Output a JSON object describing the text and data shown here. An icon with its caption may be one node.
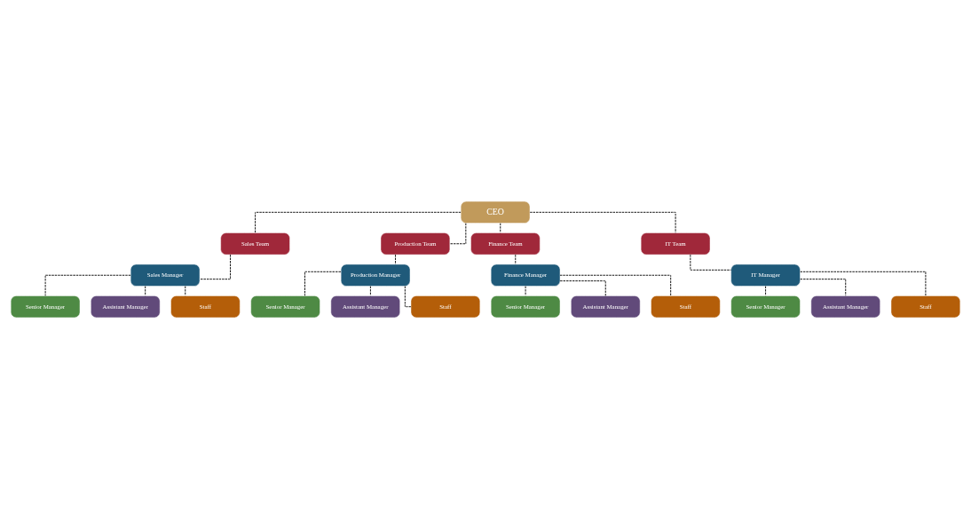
{
  "diagram": {
    "nodes": [
      {
        "text": [
          "CEO"
        ]
      },
      {
        "text": [
          "Sales Team"
        ]
      },
      {
        "text": [
          "Production Team"
        ]
      },
      {
        "text": [
          "Finance Team"
        ]
      },
      {
        "text": [
          "IT Team"
        ]
      },
      {
        "text": [
          "Sales Manager"
        ]
      },
      {
        "text": [
          "Senior Manager"
        ]
      },
      {
        "text": [
          "Assistant Manager"
        ]
      },
      {
        "text": [
          "Staff"
        ]
      },
      {
        "text": [
          "Production Manager"
        ]
      },
      {
        "text": [
          "Senior Manager"
        ]
      },
      {
        "text": [
          "Assistant Manager"
        ]
      },
      {
        "text": [
          "Staff"
        ]
      },
      {
        "text": [
          "Finance Manager"
        ]
      },
      {
        "text": [
          "Senior Manager"
        ]
      },
      {
        "text": [
          "Assistant Manager"
        ]
      },
      {
        "text": [
          "Staff"
        ]
      },
      {
        "text": [
          "IT Manager"
        ]
      },
      {
        "text": [
          "Senior Manager"
        ]
      },
      {
        "text": [
          "Assistant Manager"
        ]
      },
      {
        "text": [
          "Staff"
        ]
      }
    ],
    "edges": [
      {
        "from": 0,
        "to": 1,
        "arrow": "none",
        "style": "dashed"
      },
      {
        "from": 0,
        "to": 2,
        "arrow": "none",
        "style": "dashed"
      },
      {
        "from": 0,
        "to": 3,
        "arrow": "none",
        "style": "dashed"
      },
      {
        "from": 0,
        "to": 4,
        "arrow": "none",
        "style": "dashed"
      },
      {
        "from": 1,
        "to": 5,
        "arrow": "none",
        "style": "dashed"
      },
      {
        "from": 5,
        "to": 6,
        "arrow": "none",
        "style": "dashed"
      },
      {
        "from": 5,
        "to": 7,
        "arrow": "none",
        "style": "dashed"
      },
      {
        "from": 5,
        "to": 8,
        "arrow": "none",
        "style": "dashed"
      },
      {
        "from": 2,
        "to": 9,
        "arrow": "none",
        "style": "dashed"
      },
      {
        "from": 9,
        "to": 10,
        "arrow": "none",
        "style": "dashed"
      },
      {
        "from": 9,
        "to": 11,
        "arrow": "none",
        "style": "dashed"
      },
      {
        "from": 9,
        "to": 12,
        "arrow": "none",
        "style": "dashed"
      },
      {
        "from": 3,
        "to": 13,
        "arrow": "none",
        "style": "dashed"
      },
      {
        "from": 13,
        "to": 14,
        "arrow": "none",
        "style": "dashed"
      },
      {
        "from": 13,
        "to": 15,
        "arrow": "none",
        "style": "dashed"
      },
      {
        "from": 13,
        "to": 16,
        "arrow": "none",
        "style": "dashed"
      },
      {
        "from": 4,
        "to": 17,
        "arrow": "none",
        "style": "dashed"
      },
      {
        "from": 17,
        "to": 18,
        "arrow": "none",
        "style": "dashed"
      },
      {
        "from": 17,
        "to": 19,
        "arrow": "none",
        "style": "dashed"
      },
      {
        "from": 17,
        "to": 20,
        "arrow": "none",
        "style": "dashed"
      }
    ]
  }
}
